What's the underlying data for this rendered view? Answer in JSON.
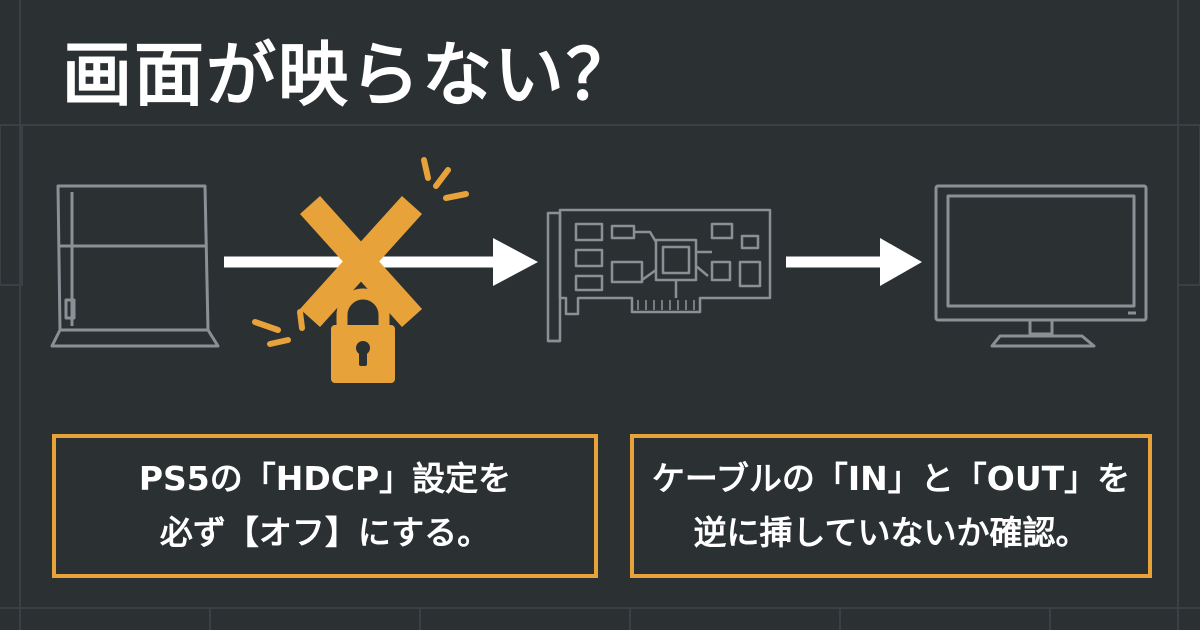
{
  "title": "画面が映らない？",
  "colors": {
    "background": "#2b3033",
    "accent": "#e8a23a",
    "line": "#8a9096",
    "text": "#ffffff"
  },
  "diagram": {
    "source": "ps5-console-icon",
    "blocked_link": "x-mark-icon",
    "lock": "padlock-icon",
    "middle": "capture-card-icon",
    "destination": "monitor-icon"
  },
  "tips": [
    {
      "lines": [
        "PS5の「HDCP」設定を",
        "必ず【オフ】にする。"
      ]
    },
    {
      "lines": [
        "ケーブルの「IN」と「OUT」を",
        "逆に挿していないか確認。"
      ]
    }
  ]
}
